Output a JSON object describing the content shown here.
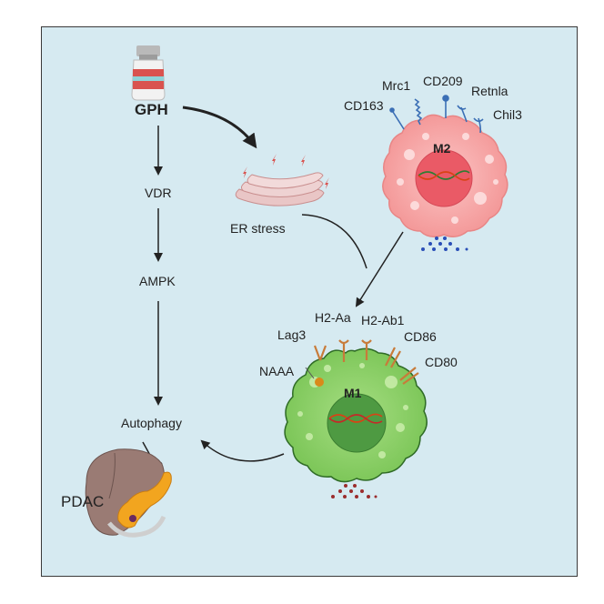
{
  "drug": {
    "label": "GPH",
    "icon": "vial-icon"
  },
  "pathway": {
    "vdr": "VDR",
    "ampk": "AMPK",
    "autophagy": "Autophagy"
  },
  "er": {
    "label": "ER stress",
    "icon": "endoplasmic-reticulum-icon"
  },
  "m2": {
    "label": "M2",
    "markers": [
      "CD163",
      "Mrc1",
      "CD209",
      "Retnla",
      "Chil3"
    ]
  },
  "m1": {
    "label": "M1",
    "markers": [
      "Lag3",
      "H2-Aa",
      "H2-Ab1",
      "CD86",
      "CD80",
      "NAAA"
    ]
  },
  "tumor": {
    "label": "PDAC",
    "icon": "liver-pancreas-icon"
  },
  "colors": {
    "background": "#d6eaf1",
    "m2_cell": "#f6a7a7",
    "m1_cell": "#8fd36a",
    "arrow": "#222222"
  }
}
